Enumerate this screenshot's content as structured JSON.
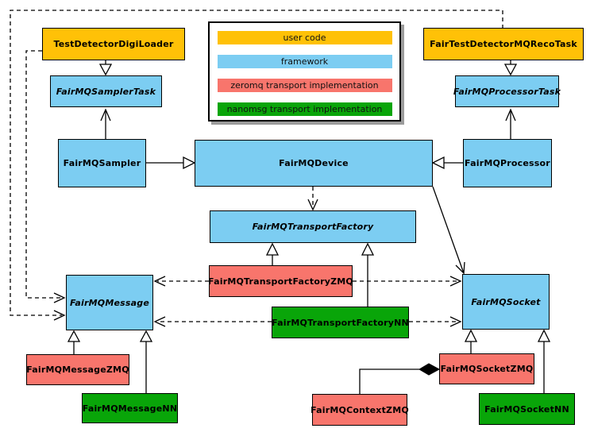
{
  "palette": {
    "user_code": "#FFC107",
    "framework": "#7CCDF2",
    "zeromq": "#F8756C",
    "nanomsg": "#09A509"
  },
  "legend": {
    "items": [
      {
        "label": "user code",
        "color": "user_code"
      },
      {
        "label": "framework",
        "color": "framework"
      },
      {
        "label": "zeromq transport implementation",
        "color": "zeromq"
      },
      {
        "label": "nanomsg transport implementation",
        "color": "nanomsg"
      }
    ]
  },
  "nodes": {
    "testDetectorDigiLoader": {
      "label": "TestDetectorDigiLoader",
      "category": "user_code"
    },
    "fairTestDetectorMQRecoTask": {
      "label": "FairTestDetectorMQRecoTask",
      "category": "user_code"
    },
    "fairMQSamplerTask": {
      "label": "FairMQSamplerTask",
      "category": "framework",
      "abstract": true
    },
    "fairMQProcessorTask": {
      "label": "FairMQProcessorTask",
      "category": "framework",
      "abstract": true
    },
    "fairMQSampler": {
      "label": "FairMQSampler",
      "category": "framework"
    },
    "fairMQDevice": {
      "label": "FairMQDevice",
      "category": "framework"
    },
    "fairMQProcessor": {
      "label": "FairMQProcessor",
      "category": "framework"
    },
    "fairMQTransportFactory": {
      "label": "FairMQTransportFactory",
      "category": "framework",
      "abstract": true
    },
    "fairMQTransportFactoryZMQ": {
      "label": "FairMQTransportFactoryZMQ",
      "category": "zeromq"
    },
    "fairMQTransportFactoryNN": {
      "label": "FairMQTransportFactoryNN",
      "category": "nanomsg"
    },
    "fairMQMessage": {
      "label": "FairMQMessage",
      "category": "framework",
      "abstract": true
    },
    "fairMQSocket": {
      "label": "FairMQSocket",
      "category": "framework",
      "abstract": true
    },
    "fairMQMessageZMQ": {
      "label": "FairMQMessageZMQ",
      "category": "zeromq"
    },
    "fairMQMessageNN": {
      "label": "FairMQMessageNN",
      "category": "nanomsg"
    },
    "fairMQSocketZMQ": {
      "label": "FairMQSocketZMQ",
      "category": "zeromq"
    },
    "fairMQContextZMQ": {
      "label": "FairMQContextZMQ",
      "category": "zeromq"
    },
    "fairMQSocketNN": {
      "label": "FairMQSocketNN",
      "category": "nanomsg"
    }
  },
  "edges": [
    {
      "from": "TestDetectorDigiLoader",
      "to": "FairMQSamplerTask",
      "type": "generalization"
    },
    {
      "from": "FairTestDetectorMQRecoTask",
      "to": "FairMQProcessorTask",
      "type": "generalization"
    },
    {
      "from": "FairMQSampler",
      "to": "FairMQSamplerTask",
      "type": "association"
    },
    {
      "from": "FairMQProcessor",
      "to": "FairMQProcessorTask",
      "type": "association"
    },
    {
      "from": "FairMQSampler",
      "to": "FairMQDevice",
      "type": "generalization"
    },
    {
      "from": "FairMQProcessor",
      "to": "FairMQDevice",
      "type": "generalization"
    },
    {
      "from": "FairMQDevice",
      "to": "FairMQTransportFactory",
      "type": "dependency"
    },
    {
      "from": "FairMQDevice",
      "to": "FairMQSocket",
      "type": "association"
    },
    {
      "from": "FairMQTransportFactoryZMQ",
      "to": "FairMQTransportFactory",
      "type": "generalization"
    },
    {
      "from": "FairMQTransportFactoryNN",
      "to": "FairMQTransportFactory",
      "type": "generalization"
    },
    {
      "from": "FairMQTransportFactoryZMQ",
      "to": "FairMQMessage",
      "type": "dependency"
    },
    {
      "from": "FairMQTransportFactoryNN",
      "to": "FairMQMessage",
      "type": "dependency"
    },
    {
      "from": "FairMQTransportFactoryZMQ",
      "to": "FairMQSocket",
      "type": "dependency"
    },
    {
      "from": "FairMQTransportFactoryNN",
      "to": "FairMQSocket",
      "type": "dependency"
    },
    {
      "from": "TestDetectorDigiLoader",
      "to": "FairMQMessage",
      "type": "dependency"
    },
    {
      "from": "FairTestDetectorMQRecoTask",
      "to": "FairMQMessage",
      "type": "dependency"
    },
    {
      "from": "FairMQMessageZMQ",
      "to": "FairMQMessage",
      "type": "generalization"
    },
    {
      "from": "FairMQMessageNN",
      "to": "FairMQMessage",
      "type": "generalization"
    },
    {
      "from": "FairMQSocketZMQ",
      "to": "FairMQSocket",
      "type": "generalization"
    },
    {
      "from": "FairMQSocketNN",
      "to": "FairMQSocket",
      "type": "generalization"
    },
    {
      "from": "FairMQContextZMQ",
      "to": "FairMQSocketZMQ",
      "type": "composition"
    }
  ]
}
